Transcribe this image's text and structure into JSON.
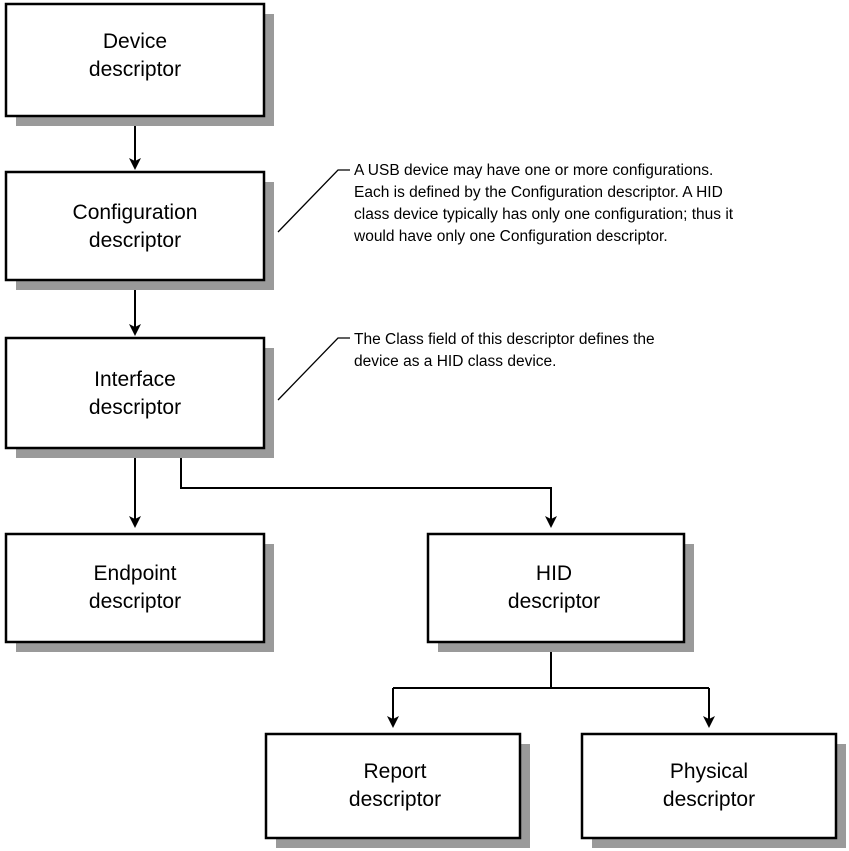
{
  "nodes": [
    {
      "id": "device",
      "lines": [
        "Device",
        "descriptor"
      ]
    },
    {
      "id": "configuration",
      "lines": [
        "Configuration",
        "descriptor"
      ]
    },
    {
      "id": "interface",
      "lines": [
        "Interface",
        "descriptor"
      ]
    },
    {
      "id": "endpoint",
      "lines": [
        "Endpoint",
        "descriptor"
      ]
    },
    {
      "id": "hid",
      "lines": [
        "HID",
        "descriptor"
      ]
    },
    {
      "id": "report",
      "lines": [
        "Report",
        "descriptor"
      ]
    },
    {
      "id": "physical",
      "lines": [
        "Physical",
        "descriptor"
      ]
    }
  ],
  "notes": [
    {
      "id": "configuration-note",
      "lines": [
        "A USB device may have one or more configurations.",
        "Each is defined by the Configuration descriptor.  A HID",
        "class device typically has only one configuration; thus it",
        "would have only one Configuration descriptor."
      ]
    },
    {
      "id": "interface-note",
      "lines": [
        "The Class field of this descriptor defines the",
        "device as a HID class device."
      ]
    }
  ],
  "colors": {
    "stroke": "#000000",
    "shadow": "#9a9a9a",
    "fill": "#ffffff"
  }
}
